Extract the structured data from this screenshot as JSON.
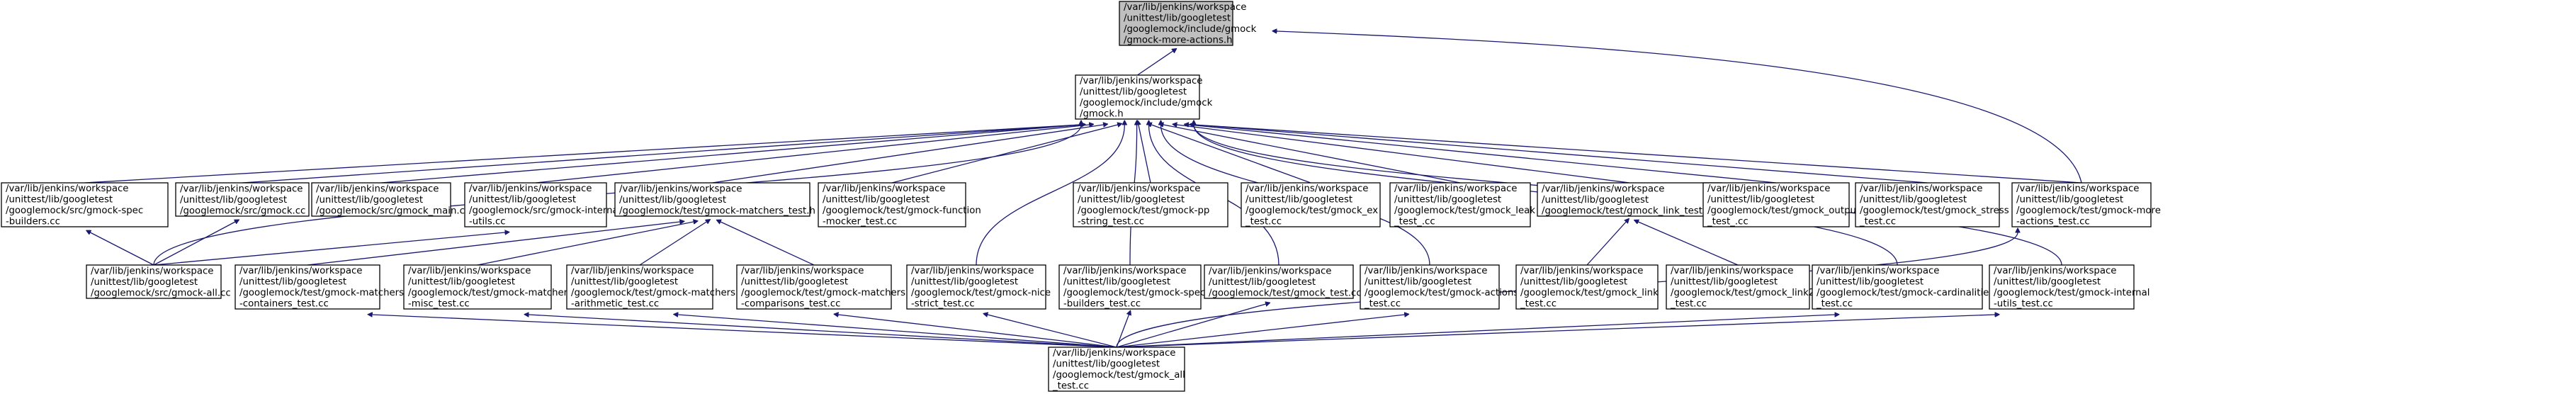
{
  "colors": {
    "edge": "#191970",
    "node_fill": "#ffffff",
    "root_fill": "#bfbfbf",
    "border": "#000000"
  },
  "nodes": [
    {
      "id": "n_root",
      "root": true,
      "lines": [
        "/var/lib/jenkins/workspace",
        "/unittest/lib/googletest",
        "/googlemock/include/gmock",
        "/gmock-more-actions.h"
      ]
    },
    {
      "id": "n_gmock_h",
      "lines": [
        "/var/lib/jenkins/workspace",
        "/unittest/lib/googletest",
        "/googlemock/include/gmock",
        "/gmock.h"
      ]
    },
    {
      "id": "n_spec_builders_src",
      "lines": [
        "/var/lib/jenkins/workspace",
        "/unittest/lib/googletest",
        "/googlemock/src/gmock-spec",
        "-builders.cc"
      ]
    },
    {
      "id": "n_gmock_cc",
      "lines": [
        "/var/lib/jenkins/workspace",
        "/unittest/lib/googletest",
        "/googlemock/src/gmock.cc"
      ]
    },
    {
      "id": "n_gmock_main",
      "lines": [
        "/var/lib/jenkins/workspace",
        "/unittest/lib/googletest",
        "/googlemock/src/gmock_main.cc"
      ]
    },
    {
      "id": "n_internal_utils_src",
      "lines": [
        "/var/lib/jenkins/workspace",
        "/unittest/lib/googletest",
        "/googlemock/src/gmock-internal",
        "-utils.cc"
      ]
    },
    {
      "id": "n_matchers_test_h",
      "lines": [
        "/var/lib/jenkins/workspace",
        "/unittest/lib/googletest",
        "/googlemock/test/gmock-matchers_test.h"
      ]
    },
    {
      "id": "n_function_mocker",
      "lines": [
        "/var/lib/jenkins/workspace",
        "/unittest/lib/googletest",
        "/googlemock/test/gmock-function",
        "-mocker_test.cc"
      ]
    },
    {
      "id": "n_pp_string",
      "lines": [
        "/var/lib/jenkins/workspace",
        "/unittest/lib/googletest",
        "/googlemock/test/gmock-pp",
        "-string_test.cc"
      ]
    },
    {
      "id": "n_gmock_ex",
      "lines": [
        "/var/lib/jenkins/workspace",
        "/unittest/lib/googletest",
        "/googlemock/test/gmock_ex",
        "_test.cc"
      ]
    },
    {
      "id": "n_gmock_leak",
      "lines": [
        "/var/lib/jenkins/workspace",
        "/unittest/lib/googletest",
        "/googlemock/test/gmock_leak",
        "_test_.cc"
      ]
    },
    {
      "id": "n_link_test_h",
      "lines": [
        "/var/lib/jenkins/workspace",
        "/unittest/lib/googletest",
        "/googlemock/test/gmock_link_test.h"
      ]
    },
    {
      "id": "n_gmock_output",
      "lines": [
        "/var/lib/jenkins/workspace",
        "/unittest/lib/googletest",
        "/googlemock/test/gmock_output",
        "_test_.cc"
      ]
    },
    {
      "id": "n_gmock_stress",
      "lines": [
        "/var/lib/jenkins/workspace",
        "/unittest/lib/googletest",
        "/googlemock/test/gmock_stress",
        "_test.cc"
      ]
    },
    {
      "id": "n_more_actions_test",
      "lines": [
        "/var/lib/jenkins/workspace",
        "/unittest/lib/googletest",
        "/googlemock/test/gmock-more",
        "-actions_test.cc"
      ]
    },
    {
      "id": "n_gmock_all_cc",
      "lines": [
        "/var/lib/jenkins/workspace",
        "/unittest/lib/googletest",
        "/googlemock/src/gmock-all.cc"
      ]
    },
    {
      "id": "n_matchers_containers",
      "lines": [
        "/var/lib/jenkins/workspace",
        "/unittest/lib/googletest",
        "/googlemock/test/gmock-matchers",
        "-containers_test.cc"
      ]
    },
    {
      "id": "n_matchers_misc",
      "lines": [
        "/var/lib/jenkins/workspace",
        "/unittest/lib/googletest",
        "/googlemock/test/gmock-matchers",
        "-misc_test.cc"
      ]
    },
    {
      "id": "n_matchers_arith",
      "lines": [
        "/var/lib/jenkins/workspace",
        "/unittest/lib/googletest",
        "/googlemock/test/gmock-matchers",
        "-arithmetic_test.cc"
      ]
    },
    {
      "id": "n_matchers_comp",
      "lines": [
        "/var/lib/jenkins/workspace",
        "/unittest/lib/googletest",
        "/googlemock/test/gmock-matchers",
        "-comparisons_test.cc"
      ]
    },
    {
      "id": "n_nice_strict",
      "lines": [
        "/var/lib/jenkins/workspace",
        "/unittest/lib/googletest",
        "/googlemock/test/gmock-nice",
        "-strict_test.cc"
      ]
    },
    {
      "id": "n_spec_builders_test",
      "lines": [
        "/var/lib/jenkins/workspace",
        "/unittest/lib/googletest",
        "/googlemock/test/gmock-spec",
        "-builders_test.cc"
      ]
    },
    {
      "id": "n_gmock_test",
      "lines": [
        "/var/lib/jenkins/workspace",
        "/unittest/lib/googletest",
        "/googlemock/test/gmock_test.cc"
      ]
    },
    {
      "id": "n_actions_test",
      "lines": [
        "/var/lib/jenkins/workspace",
        "/unittest/lib/googletest",
        "/googlemock/test/gmock-actions",
        "_test.cc"
      ]
    },
    {
      "id": "n_link_test",
      "lines": [
        "/var/lib/jenkins/workspace",
        "/unittest/lib/googletest",
        "/googlemock/test/gmock_link",
        "_test.cc"
      ]
    },
    {
      "id": "n_link2_test",
      "lines": [
        "/var/lib/jenkins/workspace",
        "/unittest/lib/googletest",
        "/googlemock/test/gmock_link2",
        "_test.cc"
      ]
    },
    {
      "id": "n_cardinalities",
      "lines": [
        "/var/lib/jenkins/workspace",
        "/unittest/lib/googletest",
        "/googlemock/test/gmock-cardinalities",
        "_test.cc"
      ]
    },
    {
      "id": "n_internal_utils_test",
      "lines": [
        "/var/lib/jenkins/workspace",
        "/unittest/lib/googletest",
        "/googlemock/test/gmock-internal",
        "-utils_test.cc"
      ]
    },
    {
      "id": "n_gmock_all_test",
      "lines": [
        "/var/lib/jenkins/workspace",
        "/unittest/lib/googletest",
        "/googlemock/test/gmock_all",
        "_test.cc"
      ]
    }
  ],
  "edges": [
    [
      "n_root",
      "n_gmock_h"
    ],
    [
      "n_root",
      "n_more_actions_test"
    ],
    [
      "n_gmock_h",
      "n_spec_builders_src"
    ],
    [
      "n_gmock_h",
      "n_gmock_cc"
    ],
    [
      "n_gmock_h",
      "n_gmock_main"
    ],
    [
      "n_gmock_h",
      "n_internal_utils_src"
    ],
    [
      "n_gmock_h",
      "n_matchers_test_h"
    ],
    [
      "n_gmock_h",
      "n_function_mocker"
    ],
    [
      "n_gmock_h",
      "n_pp_string"
    ],
    [
      "n_gmock_h",
      "n_gmock_ex"
    ],
    [
      "n_gmock_h",
      "n_gmock_leak"
    ],
    [
      "n_gmock_h",
      "n_link_test_h"
    ],
    [
      "n_gmock_h",
      "n_gmock_output"
    ],
    [
      "n_gmock_h",
      "n_gmock_stress"
    ],
    [
      "n_gmock_h",
      "n_more_actions_test"
    ],
    [
      "n_gmock_h",
      "n_gmock_all_cc"
    ],
    [
      "n_gmock_h",
      "n_nice_strict"
    ],
    [
      "n_gmock_h",
      "n_spec_builders_test"
    ],
    [
      "n_gmock_h",
      "n_gmock_test"
    ],
    [
      "n_gmock_h",
      "n_actions_test"
    ],
    [
      "n_gmock_h",
      "n_cardinalities"
    ],
    [
      "n_gmock_h",
      "n_internal_utils_test"
    ],
    [
      "n_spec_builders_src",
      "n_gmock_all_cc"
    ],
    [
      "n_gmock_cc",
      "n_gmock_all_cc"
    ],
    [
      "n_internal_utils_src",
      "n_gmock_all_cc"
    ],
    [
      "n_matchers_test_h",
      "n_matchers_containers"
    ],
    [
      "n_matchers_test_h",
      "n_matchers_misc"
    ],
    [
      "n_matchers_test_h",
      "n_matchers_arith"
    ],
    [
      "n_matchers_test_h",
      "n_matchers_comp"
    ],
    [
      "n_link_test_h",
      "n_link_test"
    ],
    [
      "n_link_test_h",
      "n_link2_test"
    ],
    [
      "n_more_actions_test",
      "n_gmock_all_test"
    ],
    [
      "n_matchers_containers",
      "n_gmock_all_test"
    ],
    [
      "n_matchers_misc",
      "n_gmock_all_test"
    ],
    [
      "n_matchers_arith",
      "n_gmock_all_test"
    ],
    [
      "n_matchers_comp",
      "n_gmock_all_test"
    ],
    [
      "n_nice_strict",
      "n_gmock_all_test"
    ],
    [
      "n_spec_builders_test",
      "n_gmock_all_test"
    ],
    [
      "n_gmock_test",
      "n_gmock_all_test"
    ],
    [
      "n_actions_test",
      "n_gmock_all_test"
    ],
    [
      "n_cardinalities",
      "n_gmock_all_test"
    ],
    [
      "n_internal_utils_test",
      "n_gmock_all_test"
    ]
  ]
}
